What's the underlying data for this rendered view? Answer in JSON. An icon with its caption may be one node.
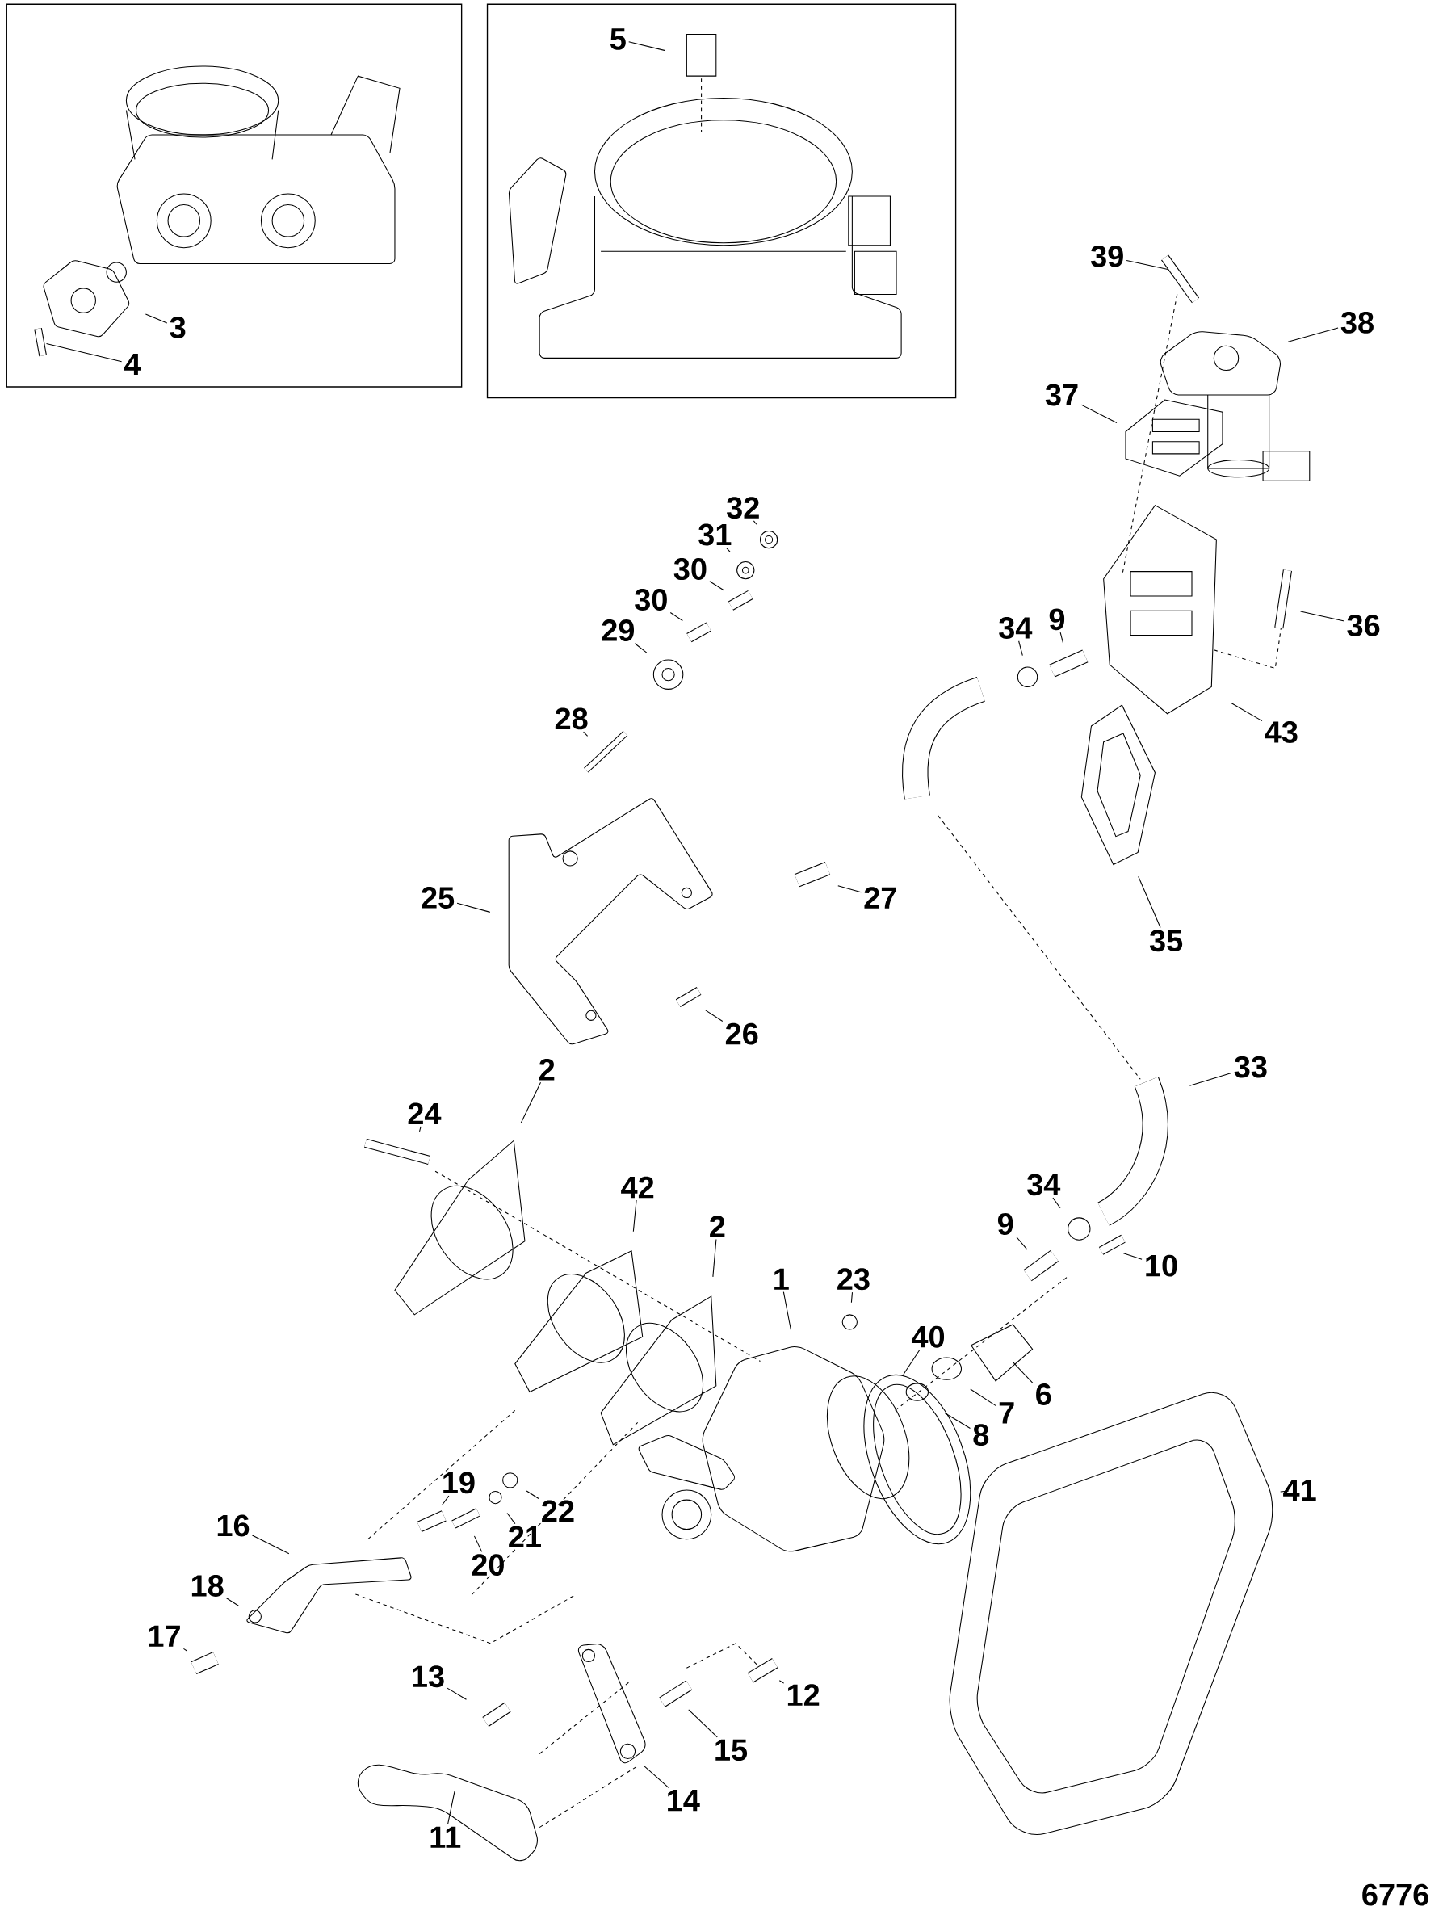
{
  "diagram": {
    "nodes": [
      {
        "text": [],
        "shape": "box"
      },
      {
        "text": [],
        "shape": "box"
      },
      {
        "text": [
          "3"
        ],
        "in": 0
      },
      {
        "text": [
          "4"
        ],
        "in": 0
      },
      {
        "text": [
          "5"
        ],
        "in": 1
      },
      {
        "text": [
          "39"
        ]
      },
      {
        "text": [
          "38"
        ]
      },
      {
        "text": [
          "37"
        ]
      },
      {
        "text": [
          "32"
        ]
      },
      {
        "text": [
          "31"
        ]
      },
      {
        "text": [
          "30"
        ]
      },
      {
        "text": [
          "30"
        ]
      },
      {
        "text": [
          "36"
        ]
      },
      {
        "text": [
          "34"
        ]
      },
      {
        "text": [
          "9"
        ]
      },
      {
        "text": [
          "29"
        ]
      },
      {
        "text": [
          "43"
        ]
      },
      {
        "text": [
          "28"
        ]
      },
      {
        "text": [
          "25"
        ]
      },
      {
        "text": [
          "27"
        ]
      },
      {
        "text": [
          "35"
        ]
      },
      {
        "text": [
          "26"
        ]
      },
      {
        "text": [
          "33"
        ]
      },
      {
        "text": [
          "24"
        ]
      },
      {
        "text": [
          "2"
        ]
      },
      {
        "text": [
          "42"
        ]
      },
      {
        "text": [
          "34"
        ]
      },
      {
        "text": [
          "9"
        ]
      },
      {
        "text": [
          "10"
        ]
      },
      {
        "text": [
          "2"
        ]
      },
      {
        "text": [
          "1"
        ]
      },
      {
        "text": [
          "23"
        ]
      },
      {
        "text": [
          "6"
        ]
      },
      {
        "text": [
          "7"
        ]
      },
      {
        "text": [
          "8"
        ]
      },
      {
        "text": [
          "40"
        ]
      },
      {
        "text": [
          "41"
        ]
      },
      {
        "text": [
          "19"
        ]
      },
      {
        "text": [
          "16"
        ]
      },
      {
        "text": [
          "22"
        ]
      },
      {
        "text": [
          "21"
        ]
      },
      {
        "text": [
          "20"
        ]
      },
      {
        "text": [
          "18"
        ]
      },
      {
        "text": [
          "17"
        ]
      },
      {
        "text": [
          "12"
        ]
      },
      {
        "text": [
          "13"
        ]
      },
      {
        "text": [
          "15"
        ]
      },
      {
        "text": [
          "14"
        ]
      },
      {
        "text": [
          "11"
        ]
      },
      {
        "text": [],
        "shape": "picture",
        "in": 0
      }
    ],
    "edges": [
      {
        "from": 2,
        "to": null,
        "arrow": "none"
      },
      {
        "from": 3,
        "to": 49,
        "arrow": "none"
      },
      {
        "from": 4,
        "to": null,
        "arrow": "none"
      },
      {
        "from": 5,
        "to": null,
        "arrow": "none"
      },
      {
        "from": 6,
        "to": null,
        "arrow": "none"
      },
      {
        "from": 7,
        "to": null,
        "arrow": "none"
      },
      {
        "from": 8,
        "to": null,
        "arrow": "none"
      },
      {
        "from": 9,
        "to": null,
        "arrow": "none"
      },
      {
        "from": 10,
        "to": null,
        "arrow": "none"
      },
      {
        "from": 11,
        "to": null,
        "arrow": "none"
      },
      {
        "from": 12,
        "to": null,
        "arrow": "none"
      },
      {
        "from": 13,
        "to": null,
        "arrow": "none"
      },
      {
        "from": 14,
        "to": null,
        "arrow": "none"
      },
      {
        "from": 15,
        "to": null,
        "arrow": "none"
      },
      {
        "from": 16,
        "to": null,
        "arrow": "none"
      },
      {
        "from": 17,
        "to": null,
        "arrow": "none"
      },
      {
        "from": 18,
        "to": null,
        "arrow": "none"
      },
      {
        "from": 19,
        "to": null,
        "arrow": "none"
      },
      {
        "from": 20,
        "to": null,
        "arrow": "none"
      },
      {
        "from": 21,
        "to": null,
        "arrow": "none"
      },
      {
        "from": 22,
        "to": null,
        "arrow": "none"
      },
      {
        "from": 23,
        "to": null,
        "arrow": "none"
      },
      {
        "from": 24,
        "to": null,
        "arrow": "none"
      },
      {
        "from": 25,
        "to": null,
        "arrow": "none"
      },
      {
        "from": 26,
        "to": null,
        "arrow": "none"
      },
      {
        "from": 27,
        "to": null,
        "arrow": "none"
      },
      {
        "from": 28,
        "to": null,
        "arrow": "none"
      },
      {
        "from": 29,
        "to": null,
        "arrow": "none"
      },
      {
        "from": 30,
        "to": null,
        "arrow": "none"
      },
      {
        "from": 31,
        "to": null,
        "arrow": "none"
      },
      {
        "from": 32,
        "to": null,
        "arrow": "none"
      },
      {
        "from": 33,
        "to": null,
        "arrow": "none"
      },
      {
        "from": 34,
        "to": null,
        "arrow": "none"
      },
      {
        "from": 35,
        "to": null,
        "arrow": "none"
      },
      {
        "from": 36,
        "to": null,
        "arrow": "none"
      },
      {
        "from": 37,
        "to": null,
        "arrow": "none"
      },
      {
        "from": 38,
        "to": null,
        "arrow": "none"
      },
      {
        "from": 39,
        "to": null,
        "arrow": "none"
      },
      {
        "from": 40,
        "to": null,
        "arrow": "none"
      },
      {
        "from": 41,
        "to": null,
        "arrow": "none"
      },
      {
        "from": 42,
        "to": null,
        "arrow": "none"
      },
      {
        "from": 43,
        "to": null,
        "arrow": "none"
      },
      {
        "from": 44,
        "to": null,
        "arrow": "none"
      },
      {
        "from": 45,
        "to": null,
        "arrow": "none"
      },
      {
        "from": 46,
        "to": null,
        "arrow": "none"
      },
      {
        "from": 47,
        "to": null,
        "arrow": "none"
      },
      {
        "from": 48,
        "to": null,
        "arrow": "none"
      }
    ],
    "labels": [
      "6776"
    ]
  }
}
